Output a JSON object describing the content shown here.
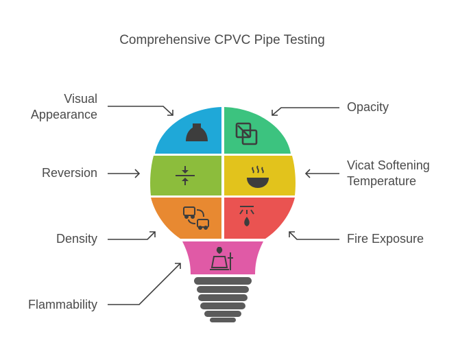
{
  "title": "Comprehensive CPVC Pipe Testing",
  "segments": [
    {
      "id": "visual",
      "label_lines": [
        "Visual",
        "Appearance"
      ],
      "color": "#1fa8d8",
      "icon": "bell-jar-icon"
    },
    {
      "id": "opacity",
      "label_lines": [
        "Opacity"
      ],
      "color": "#3cc37f",
      "icon": "overlapping-squares-icon"
    },
    {
      "id": "reversion",
      "label_lines": [
        "Reversion"
      ],
      "color": "#8cbd3c",
      "icon": "compress-arrows-icon"
    },
    {
      "id": "vicat",
      "label_lines": [
        "Vicat Softening",
        "Temperature"
      ],
      "color": "#e2c31c",
      "icon": "heated-bowl-icon"
    },
    {
      "id": "density",
      "label_lines": [
        "Density"
      ],
      "color": "#e88931",
      "icon": "vehicles-icon"
    },
    {
      "id": "fire",
      "label_lines": [
        "Fire Exposure"
      ],
      "color": "#ea5351",
      "icon": "sprinkler-flame-icon"
    },
    {
      "id": "flammability",
      "label_lines": [
        "Flammability"
      ],
      "color": "#e05aa6",
      "icon": "burner-flask-icon"
    }
  ],
  "colors": {
    "text": "#4a4a4a",
    "arrow": "#3d3d3d",
    "icon": "#3d3d3d",
    "base": "#5b5b5b"
  }
}
